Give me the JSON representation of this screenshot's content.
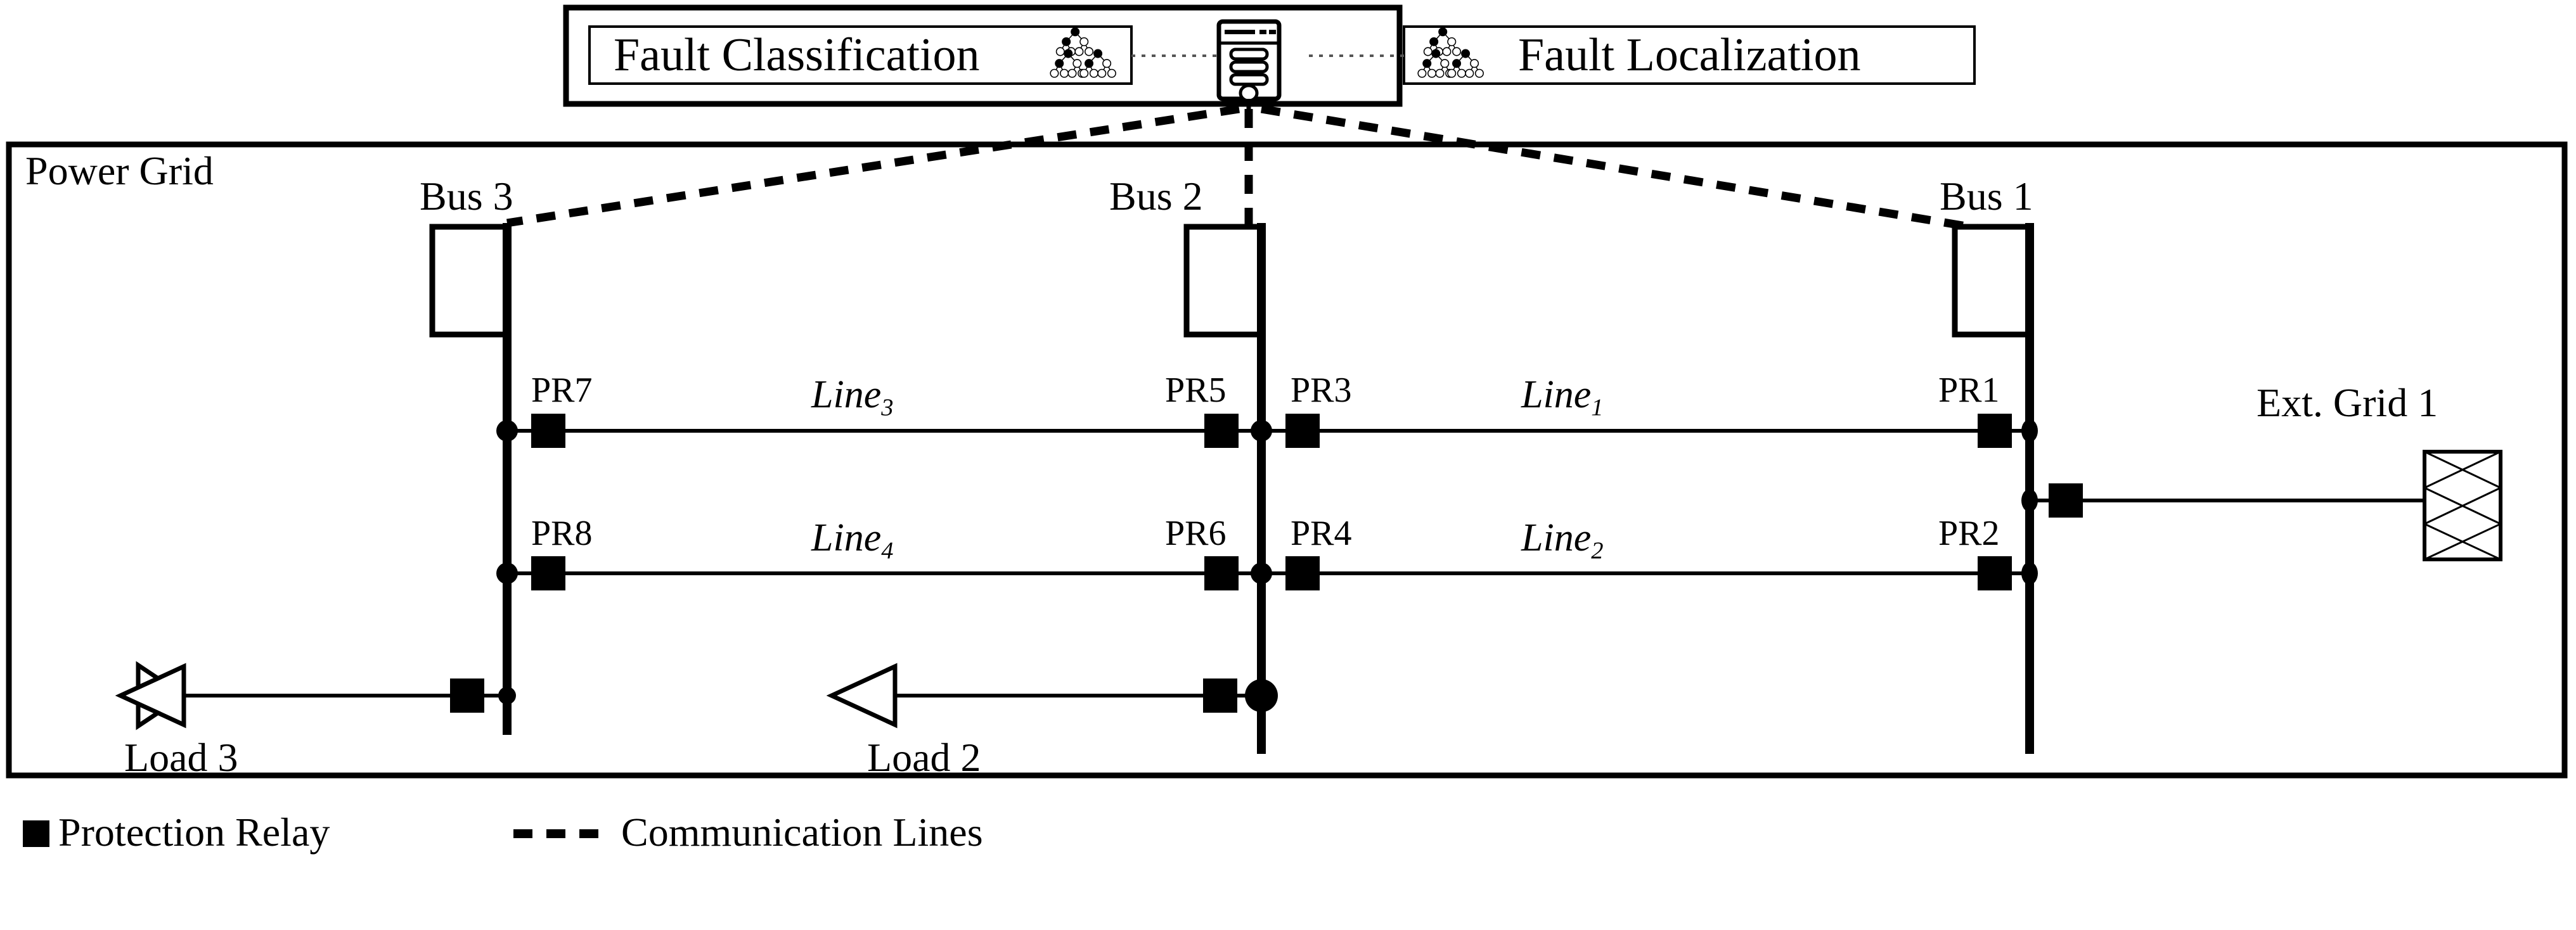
{
  "header": {
    "classification_box": {
      "label": "Fault Classification",
      "icon": "random-forest-icon"
    },
    "localization_box": {
      "label": "Fault Localization",
      "icon": "random-forest-icon"
    },
    "server": {
      "icon": "server-tower-icon"
    }
  },
  "power_grid": {
    "title": "Power Grid",
    "buses": [
      {
        "id": "bus3",
        "label": "Bus 3"
      },
      {
        "id": "bus2",
        "label": "Bus 2"
      },
      {
        "id": "bus1",
        "label": "Bus 1"
      }
    ],
    "relays": [
      {
        "id": "pr7",
        "label": "PR7"
      },
      {
        "id": "pr8",
        "label": "PR8"
      },
      {
        "id": "pr5",
        "label": "PR5"
      },
      {
        "id": "pr6",
        "label": "PR6"
      },
      {
        "id": "pr3",
        "label": "PR3"
      },
      {
        "id": "pr4",
        "label": "PR4"
      },
      {
        "id": "pr1",
        "label": "PR1"
      },
      {
        "id": "pr2",
        "label": "PR2"
      }
    ],
    "lines": [
      {
        "id": "line3",
        "base": "Line",
        "sub": "3"
      },
      {
        "id": "line4",
        "base": "Line",
        "sub": "4"
      },
      {
        "id": "line1",
        "base": "Line",
        "sub": "1"
      },
      {
        "id": "line2",
        "base": "Line",
        "sub": "2"
      }
    ],
    "loads": [
      {
        "id": "load3",
        "label": "Load 3"
      },
      {
        "id": "load2",
        "label": "Load 2"
      }
    ],
    "external_grid": {
      "label": "Ext. Grid 1",
      "icon": "external-grid-icon"
    }
  },
  "legend": {
    "relay": {
      "label": "Protection Relay",
      "icon": "filled-square-icon"
    },
    "communication": {
      "label": "Communication Lines",
      "icon": "dashed-line-icon"
    }
  },
  "colors": {
    "stroke": "#000000",
    "background": "#ffffff"
  }
}
